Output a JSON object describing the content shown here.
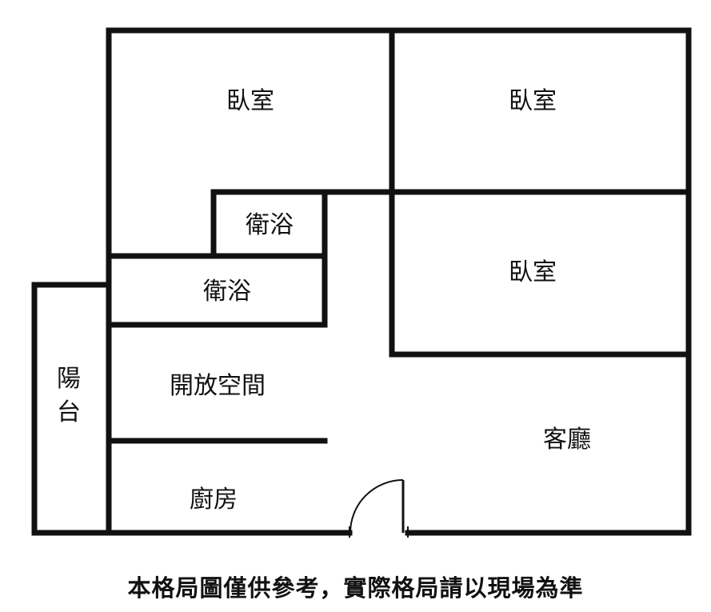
{
  "rooms": {
    "bedroom_top_left": "臥室",
    "bedroom_top_right": "臥室",
    "bedroom_middle_right": "臥室",
    "bathroom_upper": "衛浴",
    "bathroom_lower": "衛浴",
    "open_space": "開放空間",
    "living_room": "客廳",
    "kitchen": "廚房",
    "balcony_line1": "陽",
    "balcony_line2": "台"
  },
  "caption": "本格局圖僅供參考，實際格局請以現場為準",
  "colors": {
    "wall": "#111111",
    "background": "#ffffff"
  }
}
